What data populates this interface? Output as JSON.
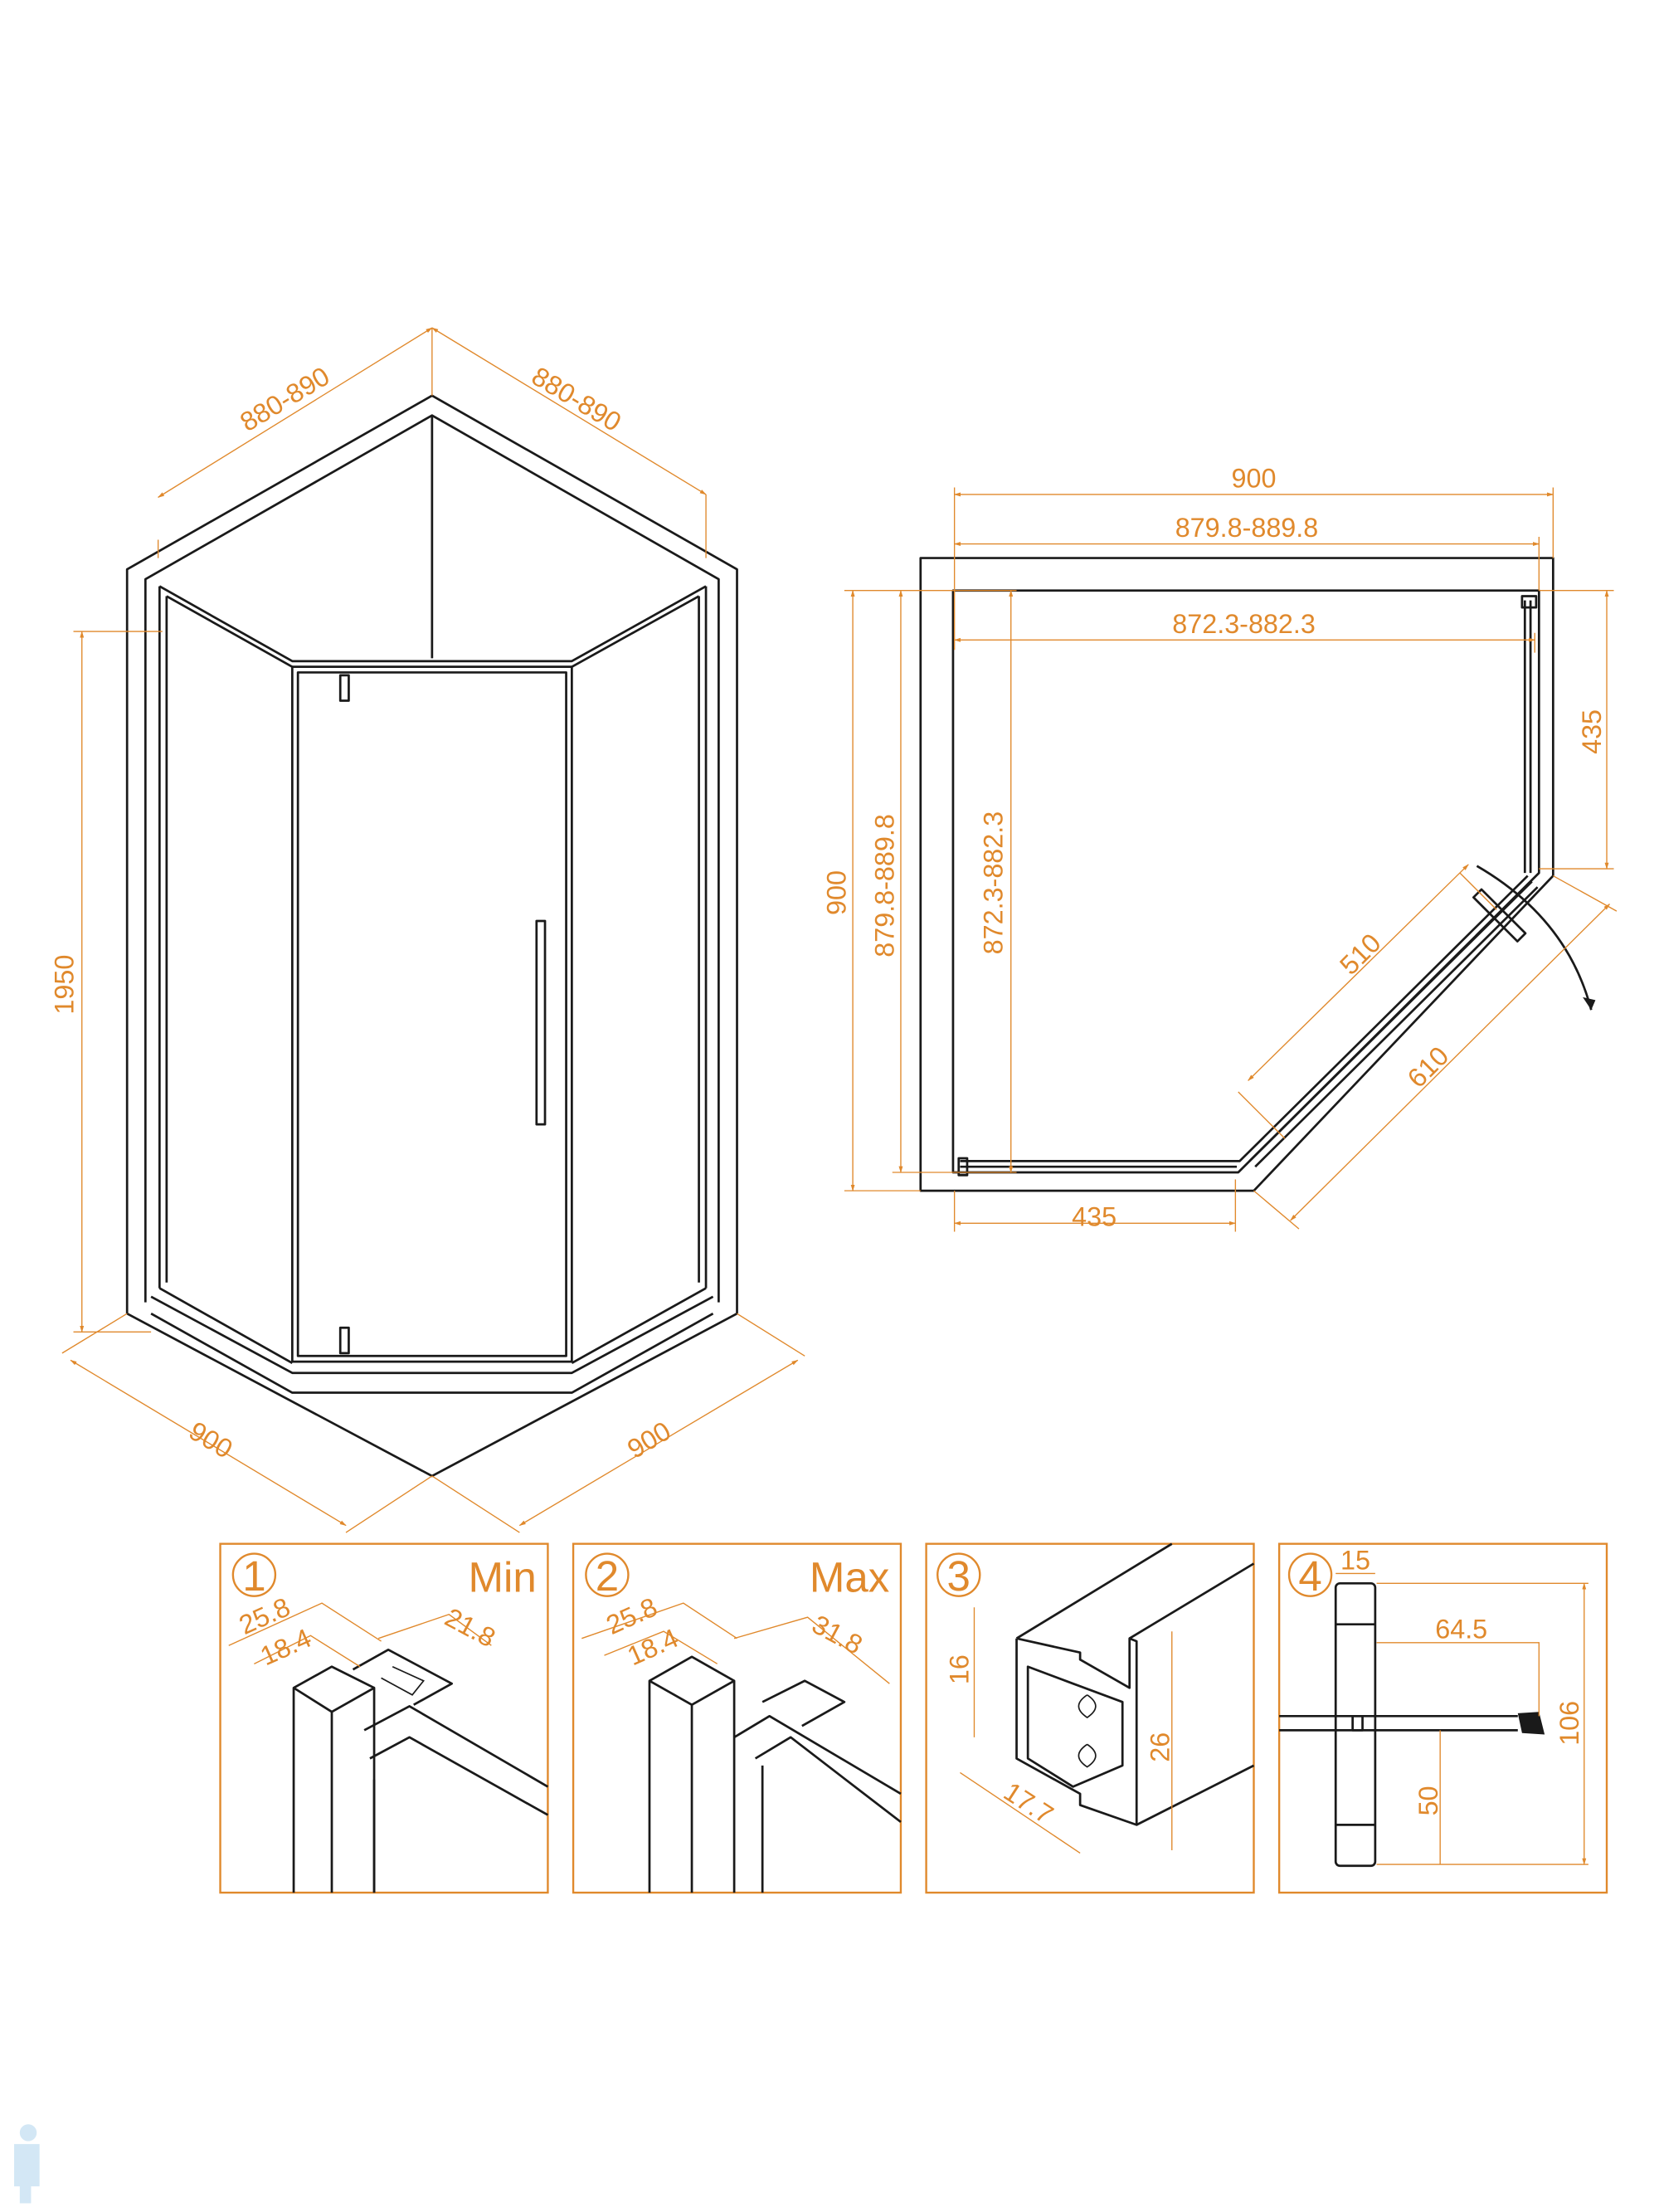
{
  "colors": {
    "dimension": "#e0892c",
    "line": "#1a1a1a"
  },
  "perspective_view": {
    "top_left_width": "880-890",
    "top_right_width": "880-890",
    "height": "1950",
    "bottom_left_width": "900",
    "bottom_right_width": "900"
  },
  "plan_view": {
    "overall_width": "900",
    "width_range_outer": "879.8-889.8",
    "width_range_inner": "872.3-882.3",
    "overall_depth": "900",
    "depth_range_outer": "879.8-889.8",
    "depth_range_inner": "872.3-882.3",
    "side_panel_right": "435",
    "side_panel_bottom": "435",
    "door_opening": "510",
    "door_width": "610"
  },
  "details": [
    {
      "number": "1",
      "title": "Min",
      "dims": [
        "25.8",
        "18.4",
        "21.8"
      ]
    },
    {
      "number": "2",
      "title": "Max",
      "dims": [
        "25.8",
        "18.4",
        "31.8"
      ]
    },
    {
      "number": "3",
      "title": "",
      "dims": [
        "16",
        "26",
        "17.7"
      ]
    },
    {
      "number": "4",
      "title": "",
      "dims": [
        "15",
        "64.5",
        "106",
        "50"
      ]
    }
  ]
}
